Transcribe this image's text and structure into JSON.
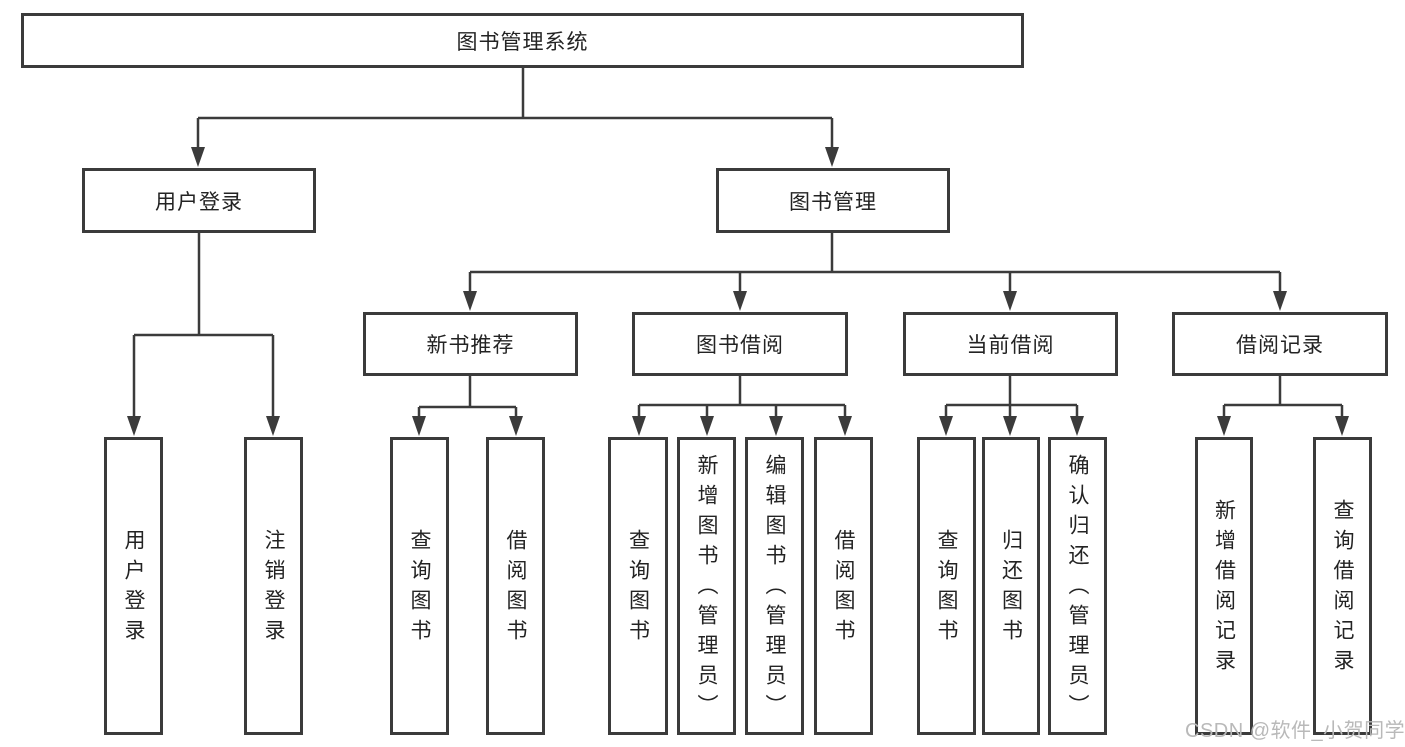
{
  "diagram": {
    "type": "org-tree",
    "title": "图书管理系统",
    "branches": [
      {
        "label": "用户登录",
        "children": [
          {
            "label": "用户登录"
          },
          {
            "label": "注销登录"
          }
        ]
      },
      {
        "label": "图书管理",
        "children": [
          {
            "label": "新书推荐",
            "children": [
              {
                "label": "查询图书"
              },
              {
                "label": "借阅图书"
              }
            ]
          },
          {
            "label": "图书借阅",
            "children": [
              {
                "label": "查询图书"
              },
              {
                "label": "新增图书（管理员）"
              },
              {
                "label": "编辑图书（管理员）"
              },
              {
                "label": "借阅图书"
              }
            ]
          },
          {
            "label": "当前借阅",
            "children": [
              {
                "label": "查询图书"
              },
              {
                "label": "归还图书"
              },
              {
                "label": "确认归还（管理员）"
              }
            ]
          },
          {
            "label": "借阅记录",
            "children": [
              {
                "label": "新增借阅记录"
              },
              {
                "label": "查询借阅记录"
              }
            ]
          }
        ]
      }
    ]
  },
  "colors": {
    "line": "#3b3b3b",
    "text": "#232323",
    "background": "#ffffff",
    "watermark": "#b9b9b9"
  },
  "watermark": {
    "text": "CSDN @软件_小贺同学"
  }
}
